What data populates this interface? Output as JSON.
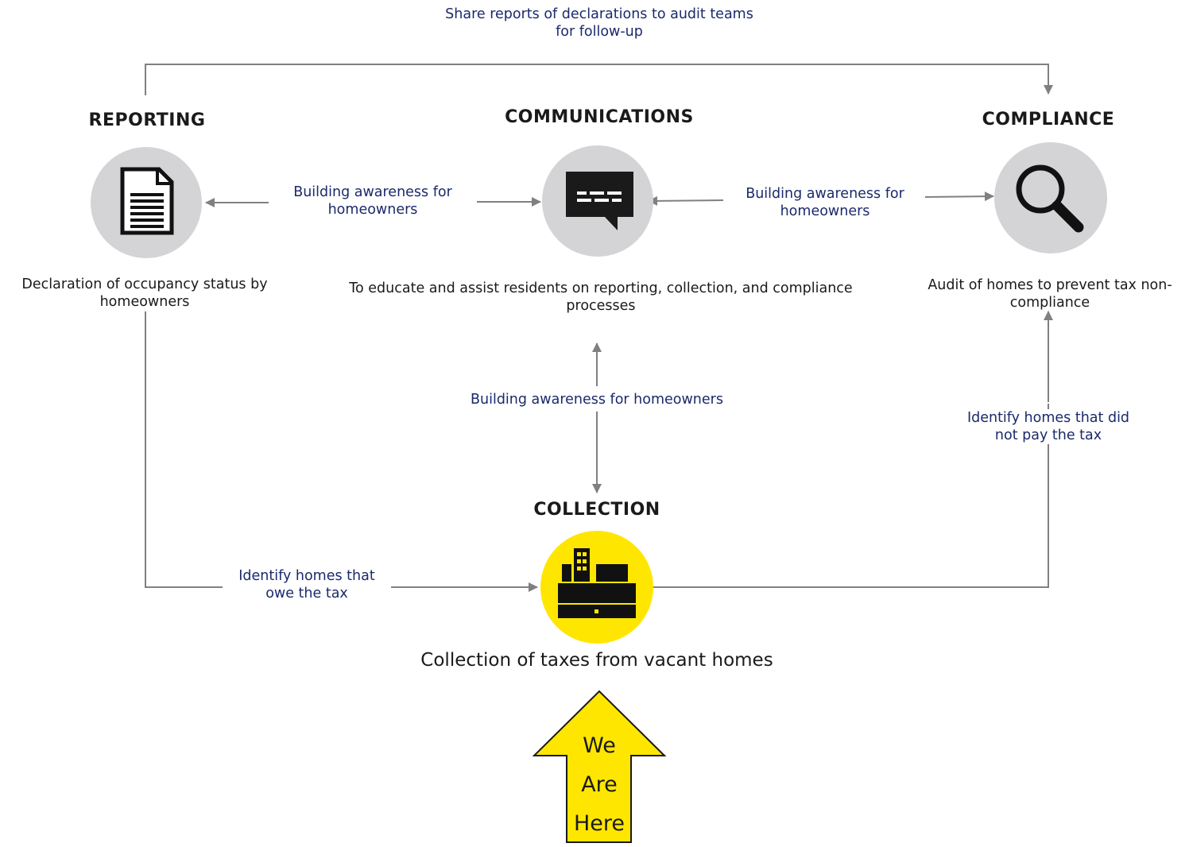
{
  "nodes": {
    "reporting": {
      "title": "REPORTING",
      "description": "Declaration of occupancy status by homeowners",
      "icon": "document-icon"
    },
    "communications": {
      "title": "COMMUNICATIONS",
      "description": "To educate and assist residents on reporting, collection, and compliance processes",
      "icon": "chat-bubble-icon"
    },
    "compliance": {
      "title": "COMPLIANCE",
      "description": "Audit of homes to prevent tax non-compliance",
      "icon": "magnifier-icon"
    },
    "collection": {
      "title": "COLLECTION",
      "description": "Collection of taxes from vacant homes",
      "icon": "cash-register-icon"
    }
  },
  "edges": {
    "reporting_to_compliance": "Share reports of declarations to audit teams for follow-up",
    "communications_reporting": "Building awareness for homeowners",
    "communications_compliance": "Building awareness for homeowners",
    "communications_collection": "Building awareness for homeowners",
    "reporting_to_collection": "Identify homes that owe the tax",
    "collection_to_compliance": "Identify homes that did not pay the tax"
  },
  "marker": {
    "lines": [
      "We",
      "Are",
      "Here"
    ]
  },
  "colors": {
    "circle_gray": "#d4d4d7",
    "highlight_yellow": "#ffe600",
    "label_blue": "#1b2a6b",
    "connector_gray": "#808080"
  }
}
